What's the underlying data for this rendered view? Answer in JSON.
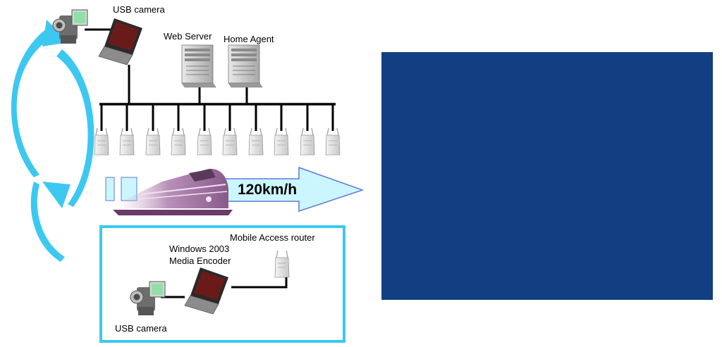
{
  "labels": {
    "top_camera": "USB camera",
    "web_server": "Web Server",
    "home_agent": "Home Agent",
    "speed": "120km/h",
    "mobile_router": "Mobile Access router",
    "encoder_line1": "Windows 2003",
    "encoder_line2": "Media Encoder",
    "bottom_camera": "USB camera"
  },
  "access_point_count": 10,
  "colors": {
    "cycle_arrows": "#3cc8f0",
    "speed_arrow_fill": "#ccf6ff",
    "speed_arrow_stroke": "#5a7ad8",
    "vehicle_box_border": "#3cc8f0",
    "train": "#8a5a8a",
    "video_panel": "#113f82",
    "network_line": "#000000"
  }
}
